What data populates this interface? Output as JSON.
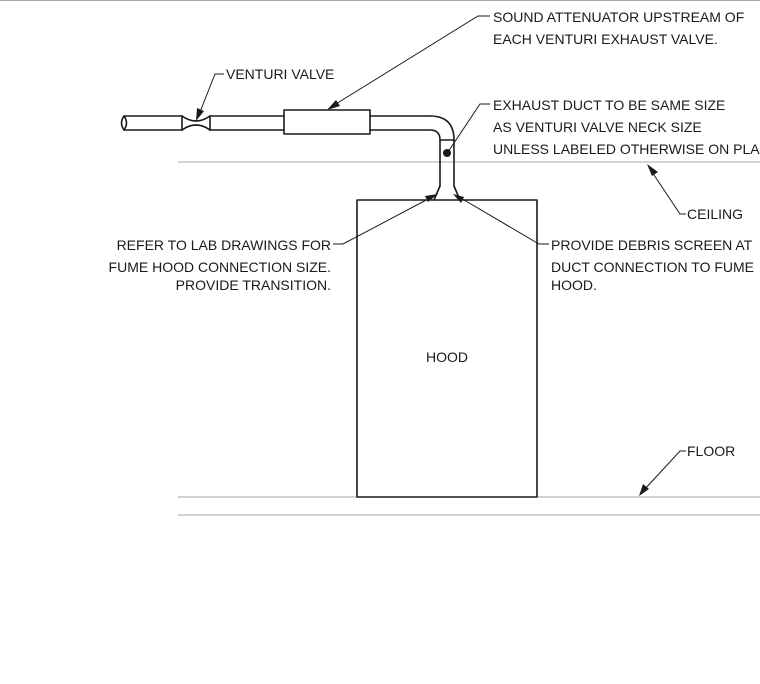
{
  "labels": {
    "venturi_valve": "VENTURI VALVE",
    "attenuator_line1": "SOUND ATTENUATOR UPSTREAM OF",
    "attenuator_line2": "EACH VENTURI EXHAUST VALVE.",
    "duct_size_line1": "EXHAUST DUCT TO BE SAME SIZE",
    "duct_size_line2": "AS VENTURI VALVE NECK SIZE",
    "duct_size_line3": "UNLESS LABELED OTHERWISE ON PLAN",
    "ceiling": "CEILING",
    "lab_drawings_line1": "REFER TO LAB DRAWINGS FOR",
    "lab_drawings_line2": "FUME HOOD CONNECTION SIZE.",
    "lab_drawings_line3": "PROVIDE TRANSITION.",
    "debris_line1": "PROVIDE DEBRIS SCREEN AT",
    "debris_line2": "DUCT CONNECTION TO FUME",
    "debris_line3": "HOOD.",
    "hood": "HOOD",
    "floor": "FLOOR"
  }
}
